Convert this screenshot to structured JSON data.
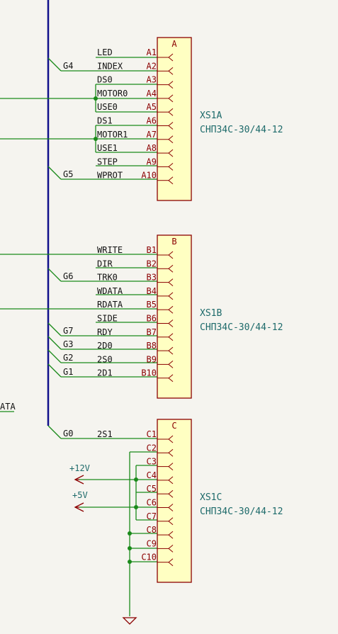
{
  "bus_labels": [
    "G4",
    "G5",
    "G6",
    "G7",
    "G3",
    "G2",
    "G1",
    "G0"
  ],
  "left_label": "ATA",
  "units": [
    {
      "letter": "A",
      "reference": "XS1A",
      "value": "СНП34С-30/44-12",
      "pins": [
        {
          "num": "A1",
          "net": "LED"
        },
        {
          "num": "A2",
          "net": "INDEX"
        },
        {
          "num": "A3",
          "net": "DS0"
        },
        {
          "num": "A4",
          "net": "MOTOR0"
        },
        {
          "num": "A5",
          "net": "USE0"
        },
        {
          "num": "A6",
          "net": "DS1"
        },
        {
          "num": "A7",
          "net": "MOTOR1"
        },
        {
          "num": "A8",
          "net": "USE1"
        },
        {
          "num": "A9",
          "net": "STEP"
        },
        {
          "num": "A10",
          "net": "WPROT"
        }
      ]
    },
    {
      "letter": "B",
      "reference": "XS1B",
      "value": "СНП34С-30/44-12",
      "pins": [
        {
          "num": "B1",
          "net": "WRITE"
        },
        {
          "num": "B2",
          "net": "DIR"
        },
        {
          "num": "B3",
          "net": "TRK0"
        },
        {
          "num": "B4",
          "net": "WDATA"
        },
        {
          "num": "B5",
          "net": "RDATA"
        },
        {
          "num": "B6",
          "net": "SIDE"
        },
        {
          "num": "B7",
          "net": "RDY"
        },
        {
          "num": "B8",
          "net": "2D0"
        },
        {
          "num": "B9",
          "net": "2S0"
        },
        {
          "num": "B10",
          "net": "2D1"
        }
      ]
    },
    {
      "letter": "C",
      "reference": "XS1C",
      "value": "СНП34С-30/44-12",
      "pins": [
        {
          "num": "C1",
          "net": "2S1"
        },
        {
          "num": "C2",
          "net": ""
        },
        {
          "num": "C3",
          "net": ""
        },
        {
          "num": "C4",
          "net": ""
        },
        {
          "num": "C5",
          "net": ""
        },
        {
          "num": "C6",
          "net": ""
        },
        {
          "num": "C7",
          "net": ""
        },
        {
          "num": "C8",
          "net": ""
        },
        {
          "num": "C9",
          "net": ""
        },
        {
          "num": "C10",
          "net": ""
        }
      ]
    }
  ],
  "power": {
    "plus12": "+12V",
    "plus5": "+5V"
  },
  "colors": {
    "wire": "#1a8a1a",
    "bus": "#10108a",
    "symbol": "#8b0000",
    "symbol_fill": "#ffffc2",
    "reference": "#1d6a6a"
  }
}
